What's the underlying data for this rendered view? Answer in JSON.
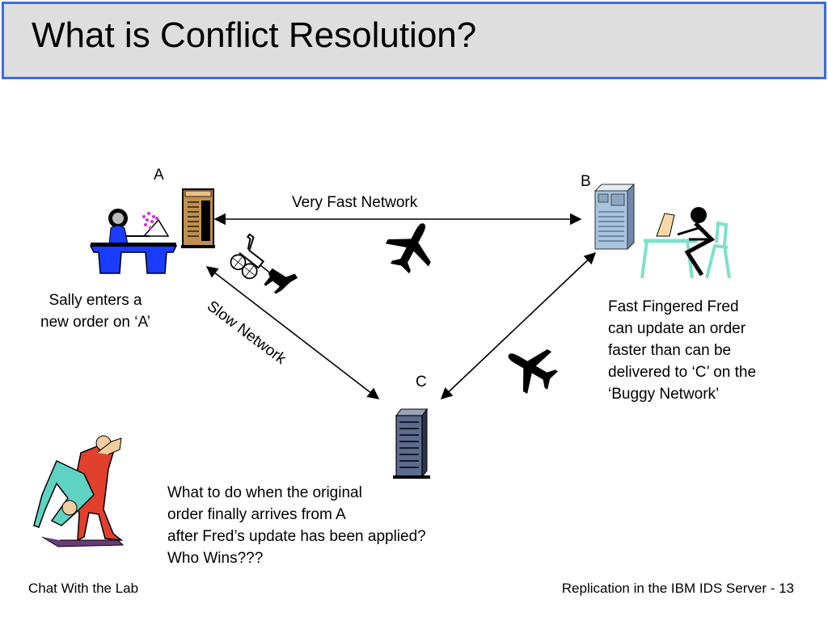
{
  "title": "What is Conflict Resolution?",
  "nodes": {
    "a": "A",
    "b": "B",
    "c": "C"
  },
  "links": {
    "fast": "Very Fast Network",
    "slow": "Slow Network"
  },
  "notes": {
    "sally": [
      "Sally enters a",
      "new order on ‘A’"
    ],
    "fred": [
      "Fast Fingered Fred",
      "can update an order",
      "faster than can be",
      "delivered to ‘C’ on the",
      "‘Buggy Network’"
    ],
    "question": [
      "What to do when the original",
      "order finally arrives from A",
      "after Fred’s update has been applied?",
      "Who Wins???"
    ]
  },
  "footer": {
    "left": "Chat With  the Lab",
    "right": "Replication in the IBM IDS Server - 13"
  },
  "colors": {
    "title_border": "#3b6be8",
    "title_bg": "#dedede",
    "desk_blue": "#1a3cff",
    "fred_green": "#7fe0c8"
  },
  "icons": [
    "server-a-icon",
    "server-b-icon",
    "server-c-icon",
    "airplane-icon",
    "horse-buggy-icon",
    "sally-at-desk-icon",
    "fred-at-desk-icon",
    "wrestlers-icon"
  ]
}
